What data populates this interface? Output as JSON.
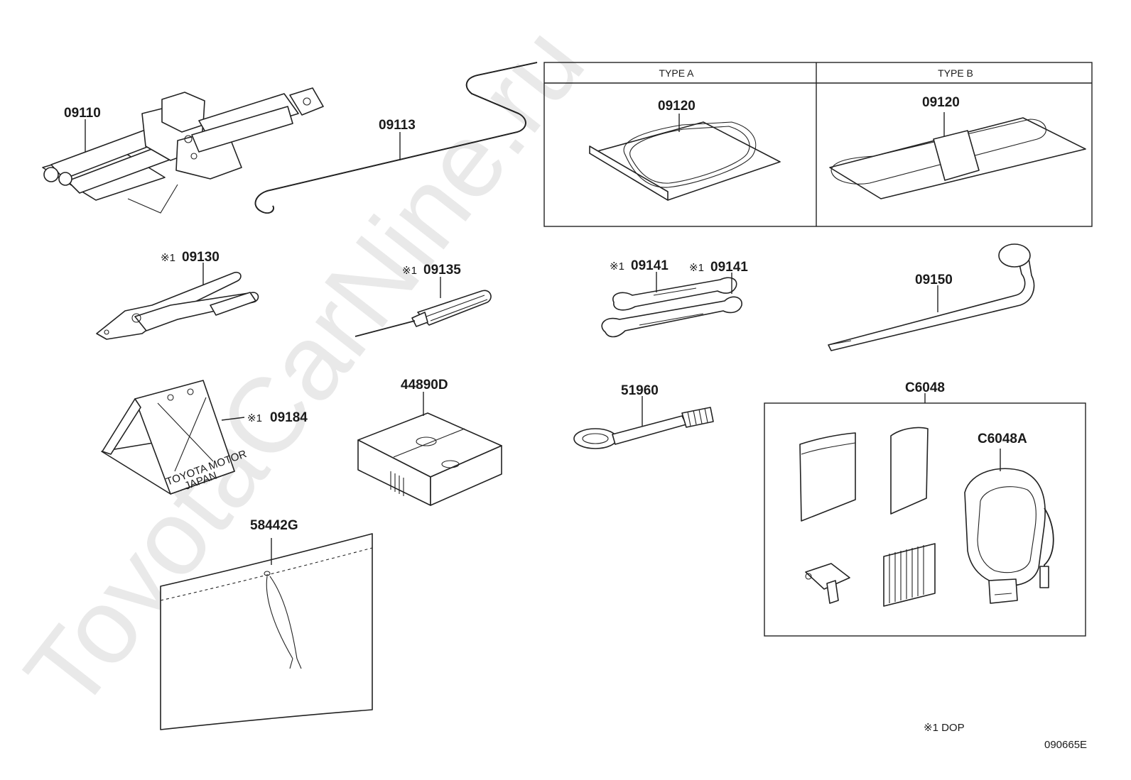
{
  "watermark": "ToyotaCarNine.ru",
  "type_table": {
    "col_a": "TYPE A",
    "col_b": "TYPE B"
  },
  "parts": {
    "jack": "09110",
    "jack_handle": "09113",
    "tool_bag_a": "09120",
    "tool_bag_b": "09120",
    "pliers": "09130",
    "screwdriver": "09135",
    "wrench_1": "09141",
    "wrench_2": "09141",
    "lug_wrench": "09150",
    "wheel_chock": "09184",
    "repair_kit_box": "44890D",
    "towing_eye": "51960",
    "kit_set": "C6048",
    "compressor": "C6048A",
    "cover_bag": "58442G"
  },
  "marker": "※1",
  "footnote": "※1 DOP",
  "figure_code": "090665E",
  "chock_text": {
    "line1": "TOYOTA MOTOR",
    "line2": "JAPAN"
  }
}
